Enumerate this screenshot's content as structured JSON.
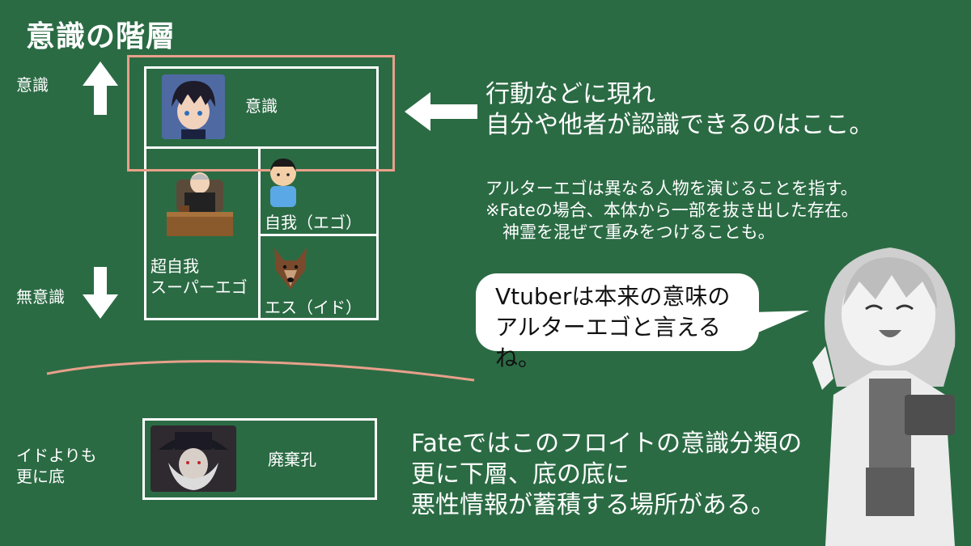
{
  "title": "意識の階層",
  "side_labels": {
    "conscious": "意識",
    "unconscious": "無意識",
    "below_id": "イドよりも\n更に底"
  },
  "diagram": {
    "conscious_cell": "意識",
    "ego_cell": "自我（エゴ）",
    "superego_cell": "超自我\nスーパーエゴ",
    "id_cell": "エス（イド）",
    "bottom_cell": "廃棄孔"
  },
  "right_texts": {
    "callout": "行動などに現れ\n自分や他者が認識できるのはここ。",
    "alter_ego_note": "アルターエゴは異なる人物を演じることを指す。\n※Fateの場合、本体から一部を抜き出した存在。\n　神霊を混ぜて重みをつけることも。",
    "bubble": "Vtuberは本来の意味の\nアルターエゴと言えるね。",
    "bottom_note": "Fateではこのフロイトの意識分類の\n更に下層、底の底に\n悪性情報が蓄積する場所がある。"
  },
  "colors": {
    "chalkboard": "#2b6b44",
    "highlight": "#e8a08a",
    "line": "#ffffff"
  },
  "icons": [
    "up-arrow-icon",
    "down-arrow-icon",
    "left-arrow-icon"
  ]
}
